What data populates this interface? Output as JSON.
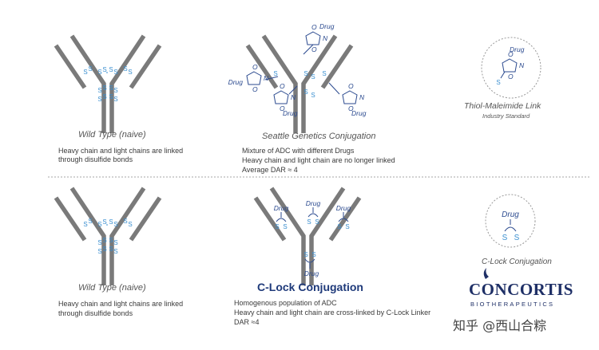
{
  "panels": {
    "wild_top": {
      "title": "Wild Type (naive)",
      "desc": [
        "Heavy chain and light chains are linked",
        "through disulfide bonds"
      ]
    },
    "seattle": {
      "title": "Seattle Genetics Conjugation",
      "desc": [
        "Mixture of ADC with different Drugs",
        "Heavy chain and light chain are no longer linked",
        "Average DAR ≈ 4"
      ]
    },
    "thiol": {
      "title": "Thiol-Maleimide Link",
      "subtitle": "Industry Standard"
    },
    "wild_bottom": {
      "title": "Wild Type (naive)",
      "desc": [
        "Heavy chain and light chains are linked",
        "through disulfide bonds"
      ]
    },
    "clock": {
      "title": "C-Lock Conjugation",
      "desc": [
        "Homogenous population of ADC",
        "Heavy chain and light chain are cross-linked by C-Lock Linker",
        "DAR ≈4"
      ]
    },
    "clock_icon": {
      "title": "C-Lock Conjugation"
    }
  },
  "labels": {
    "drug": "Drug",
    "s": "S",
    "n": "N",
    "o": "O",
    "wave": "~"
  },
  "brand": {
    "name": "CONCORTIS",
    "tagline": "BIOTHERAPEUTICS"
  },
  "watermark": "知乎 @西山合粽",
  "colors": {
    "chain": "#7a7a7a",
    "bond": "#3a8fd0",
    "drug_text": "#2b4a8f",
    "brand": "#1e2f66"
  }
}
